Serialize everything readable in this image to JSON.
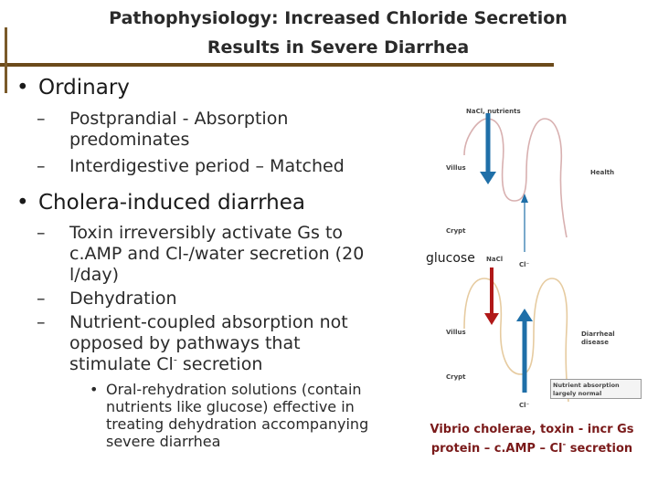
{
  "title": {
    "line1": "Pathophysiology: Increased Chloride Secretion",
    "line2": "Results in Severe Diarrhea"
  },
  "bullets": [
    {
      "text": "Ordinary",
      "subs": [
        "Postprandial - Absorption predominates",
        "Interdigestive period – Matched"
      ]
    },
    {
      "text": "Cholera-induced diarrhea",
      "subs": [
        "Toxin irreversibly activate Gs to c.AMP and Cl-/water secretion (20 l/day)",
        "Dehydration",
        "Nutrient-coupled absorption not opposed by pathways that stimulate Cl",
        "secretion",
        "Oral-rehydration solutions (contain nutrients like glucose) effective in treating dehydration accompanying severe diarrhea"
      ]
    }
  ],
  "bullet_glyph": "•",
  "dash_glyph": "–",
  "sup_minus": "-",
  "figure": {
    "top_label": "NaCl, nutrients",
    "villus_top": "Villus",
    "health": "Health",
    "crypt_top": "Crypt",
    "nacl": "NaCl",
    "cl_top": "Cl⁻",
    "villus_bottom": "Villus",
    "diarrheal": "Diarrheal",
    "disease": "disease",
    "crypt_bottom": "Crypt",
    "nutrient_box": "Nutrient absorption largely normal",
    "cl_bottom": "Cl⁻",
    "glucose": "glucose"
  },
  "caption": {
    "line1": "Vibrio cholerae, toxin - incr Gs",
    "line2_a": "protein – c.AMP – Cl",
    "line2_sup": "-",
    "line2_b": " secretion"
  },
  "colors": {
    "title_bar": "#6b4a1a",
    "blue_arrow": "#1f6fa8",
    "red_arrow": "#b01818",
    "villus_top": "#d8b0b0",
    "villus_bottom": "#e6cba0",
    "caption": "#7a1a1a"
  }
}
